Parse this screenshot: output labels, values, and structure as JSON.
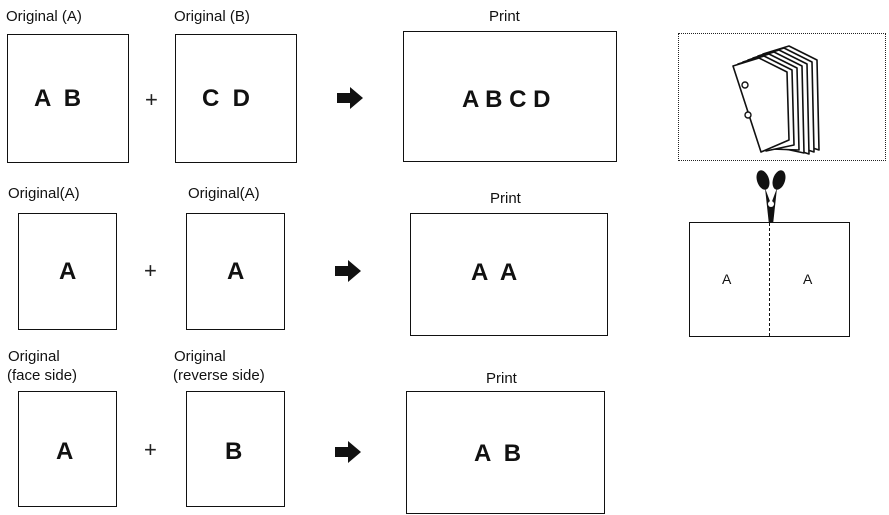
{
  "row1": {
    "orig_a_label": "Original (A)",
    "orig_a_content": "A  B",
    "orig_b_label": "Original (B)",
    "orig_b_content": "C  D",
    "print_label": "Print",
    "print_content": "A B C D"
  },
  "row2": {
    "orig_1_label": "Original(A)",
    "orig_1_content": "A",
    "orig_2_label": "Original(A)",
    "orig_2_content": "A",
    "print_label": "Print",
    "print_content": "A  A"
  },
  "row3": {
    "orig_face_label_1": "Original",
    "orig_face_label_2": "(face side)",
    "orig_face_content": "A",
    "orig_reverse_label_1": "Original",
    "orig_reverse_label_2": "(reverse side)",
    "orig_reverse_content": "B",
    "print_label": "Print",
    "print_content": "A  B"
  },
  "operators": {
    "plus": "+"
  },
  "side": {
    "page_left": "A",
    "page_right": "A"
  }
}
